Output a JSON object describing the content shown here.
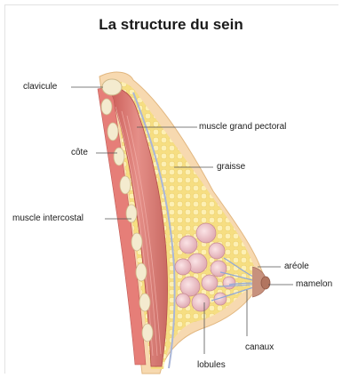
{
  "title": "La structure du sein",
  "labels": {
    "clavicule": "clavicule",
    "muscle_grand_pectoral": "muscle grand pectoral",
    "cote": "côte",
    "graisse": "graisse",
    "muscle_intercostal": "muscle intercostal",
    "areole": "aréole",
    "mamelon": "mamelon",
    "canaux": "canaux",
    "lobules": "lobules"
  }
}
